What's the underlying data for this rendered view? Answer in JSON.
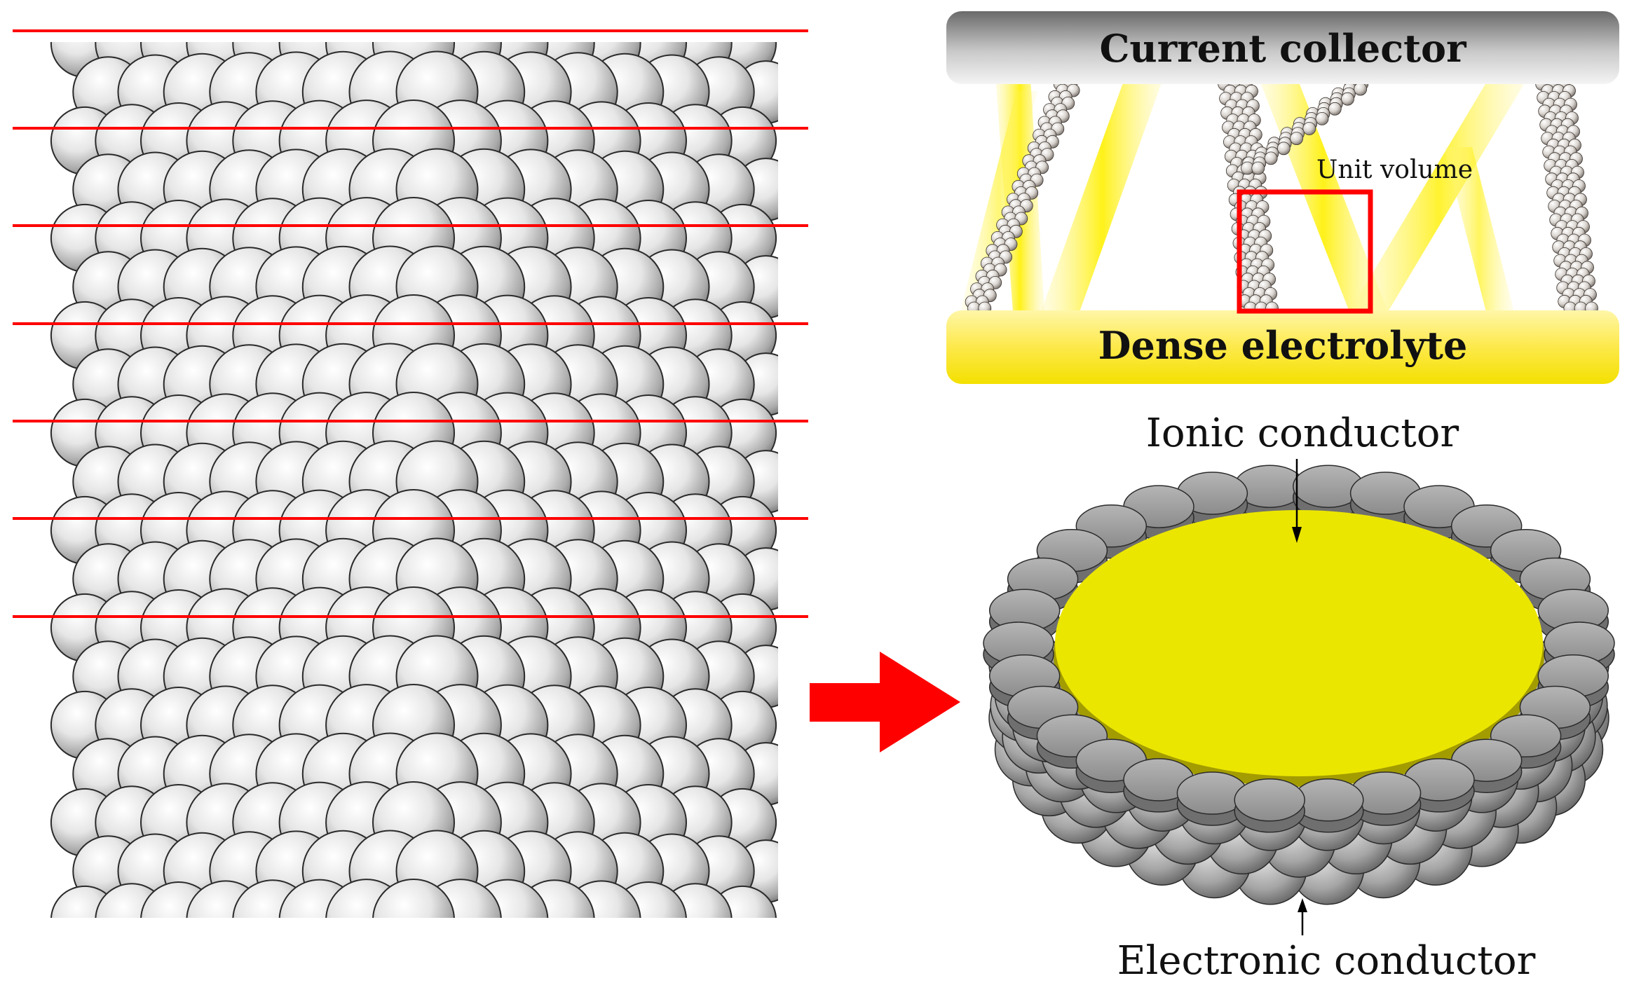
{
  "labels": {
    "current_collector": "Current collector",
    "dense_electrolyte": "Dense electrolyte",
    "unit_volume": "Unit volume",
    "ionic_conductor": "Ionic conductor",
    "electronic_conductor": "Electronic conductor"
  },
  "colors": {
    "sphere": "#e8e8e8",
    "sphere_shadow": "#7a7a7a",
    "electrolyte_yellow": "#ffee00",
    "slice_line": "#ff0000",
    "arrow": "#ff0000",
    "unit_box": "#ff0000",
    "collector_gray": "#8f8f8f",
    "disk_yellow": "#ebe600",
    "cap_gray": "#9a9a9a"
  },
  "icons": {
    "transition_arrow": "right-arrow-icon"
  }
}
